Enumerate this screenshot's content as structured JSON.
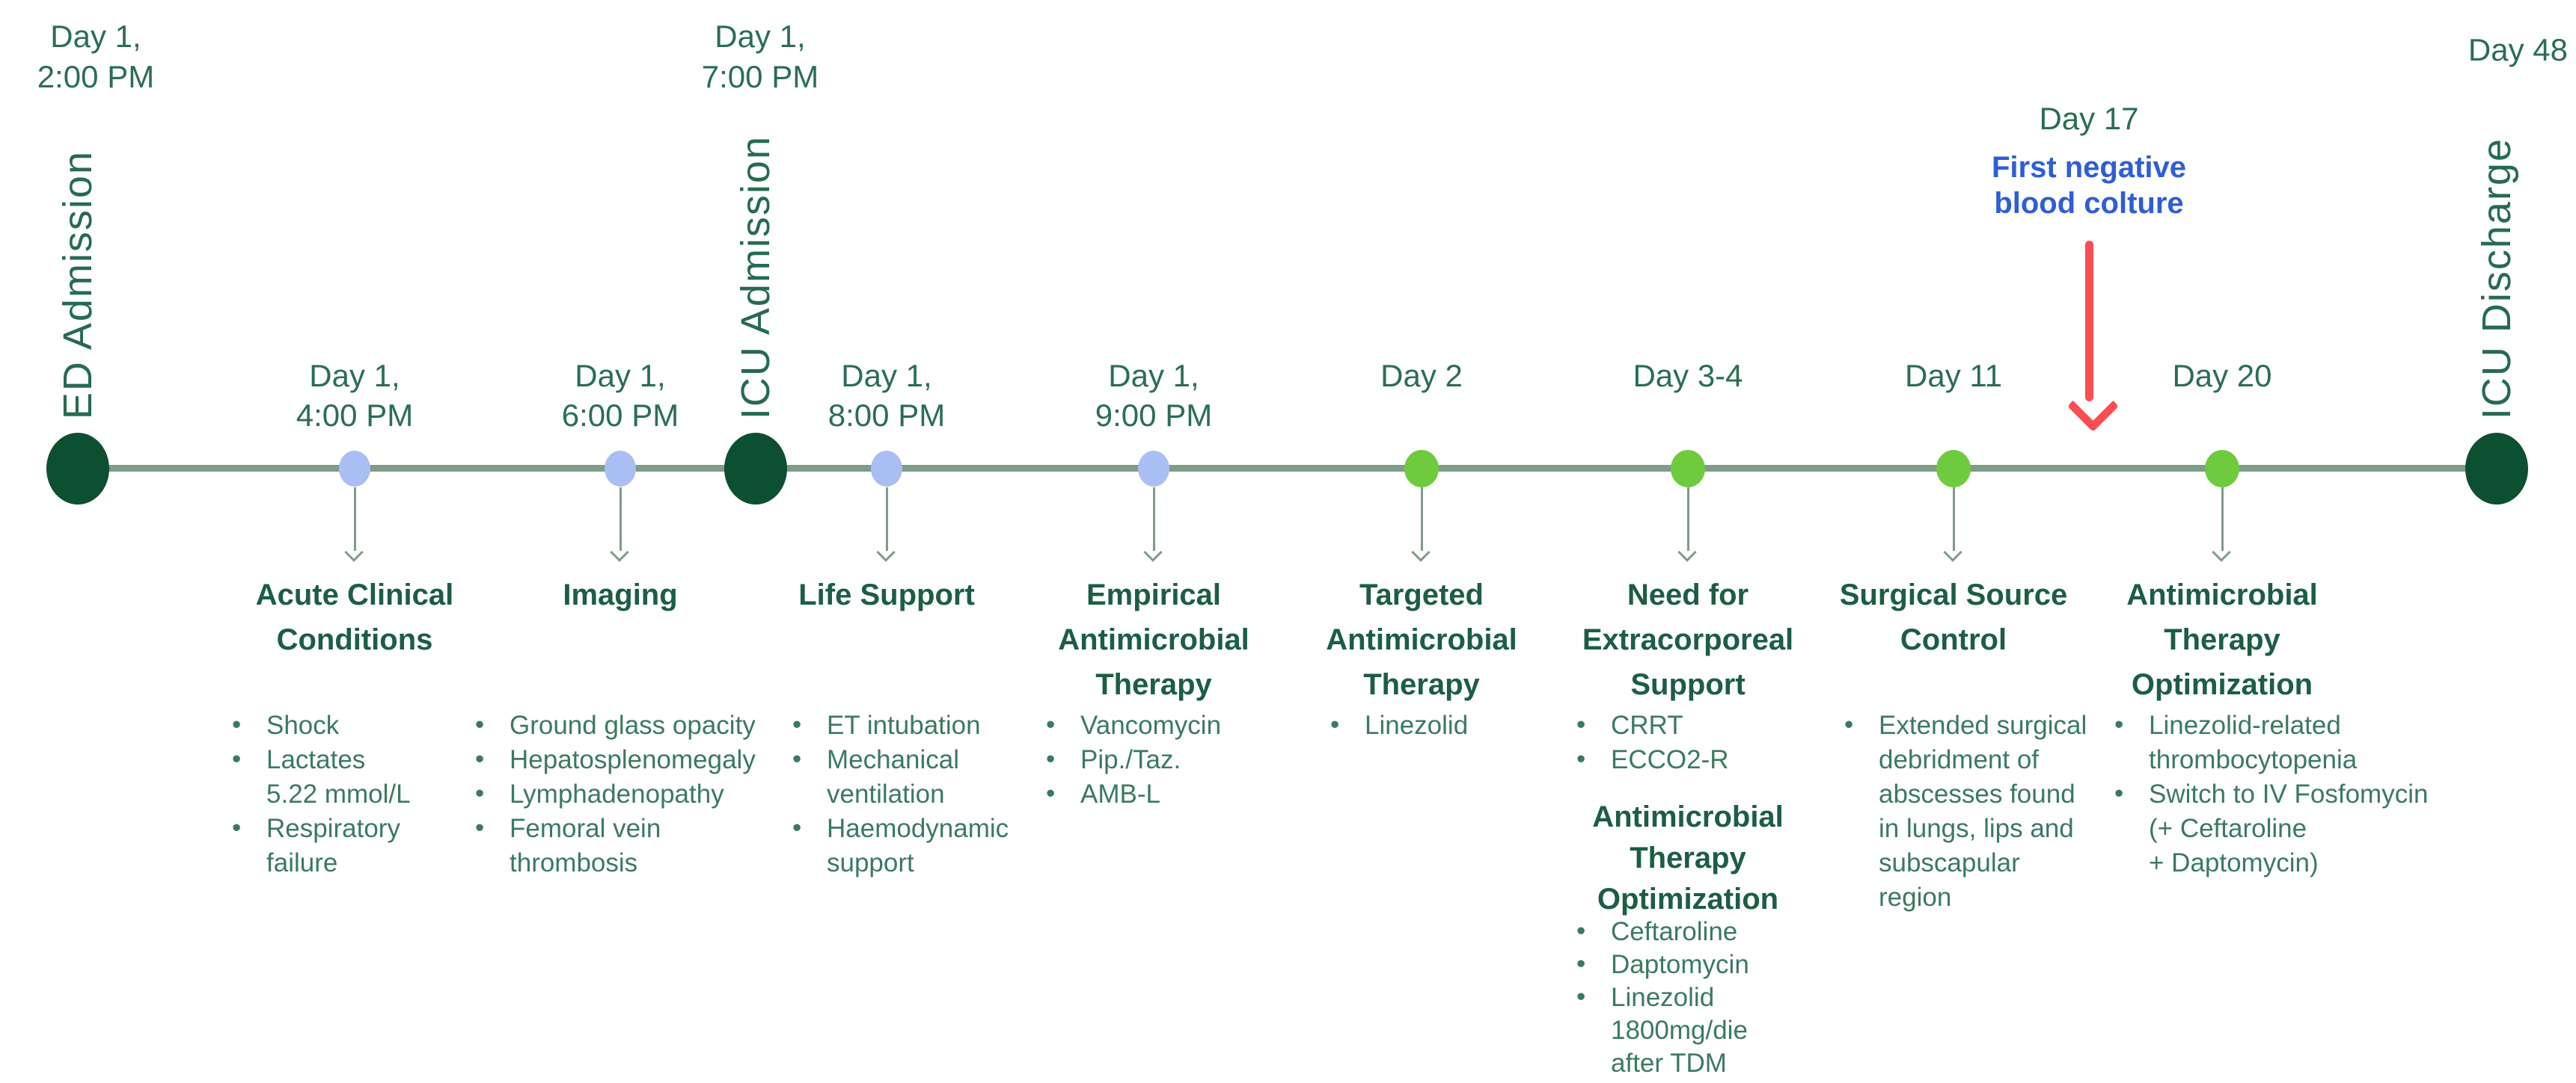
{
  "title": "ICU clinical course timeline",
  "colors": {
    "timeline_line": "#7e9c89",
    "endpoint_dot": "#0d4f31",
    "early_event_dot": "#a9bef2",
    "late_event_dot": "#6fcb3e",
    "day_label_text": "#2a6e53",
    "heading_text": "#1b5e44",
    "body_text": "#3a7a60",
    "annotation_text": "#2e5ed6",
    "annotation_arrow": "#fc4d52"
  },
  "endpoints": {
    "ed_admission": {
      "time": "Day 1,\n2:00 PM",
      "label": "ED Admission"
    },
    "icu_admission": {
      "time": "Day 1,\n7:00 PM",
      "label": "ICU Admission"
    },
    "icu_discharge": {
      "time": "Day 48",
      "label": "ICU Discharge"
    }
  },
  "annotation": {
    "day": "Day 17",
    "note": "First negative\nblood colture"
  },
  "milestones": [
    {
      "day": "Day 1,\n4:00 PM",
      "title": "Acute Clinical\nConditions",
      "bullets": [
        "Shock",
        "Lactates\n5.22 mmol/L",
        "Respiratory\nfailure"
      ]
    },
    {
      "day": "Day 1,\n6:00 PM",
      "title": "Imaging",
      "bullets": [
        "Ground glass opacity",
        "Hepatosplenomegaly",
        "Lymphadenopathy",
        "Femoral vein\nthrombosis"
      ]
    },
    {
      "day": "Day 1,\n8:00 PM",
      "title": "Life Support",
      "bullets": [
        "ET intubation",
        "Mechanical\nventilation",
        "Haemodynamic\nsupport"
      ]
    },
    {
      "day": "Day 1,\n9:00 PM",
      "title": "Empirical\nAntimicrobial\nTherapy",
      "bullets": [
        "Vancomycin",
        "Pip./Taz.",
        "AMB-L"
      ]
    },
    {
      "day": "Day 2",
      "title": "Targeted\nAntimicrobial\nTherapy",
      "bullets": [
        "Linezolid"
      ]
    },
    {
      "day": "Day 3-4",
      "title": "Need for\nExtracorporeal\nSupport",
      "bullets": [
        "CRRT",
        "ECCO2-R"
      ],
      "subtitle": "Antimicrobial\nTherapy\nOptimization",
      "sub_bullets": [
        "Ceftaroline",
        "Daptomycin",
        "Linezolid\n1800mg/die\nafter TDM"
      ]
    },
    {
      "day": "Day 11",
      "title": "Surgical Source\nControl",
      "bullets": [
        "Extended surgical\ndebridment of\nabscesses found\nin lungs, lips and\nsubscapular\nregion"
      ]
    },
    {
      "day": "Day 20",
      "title": "Antimicrobial\nTherapy\nOptimization",
      "bullets": [
        "Linezolid-related\nthrombocytopenia",
        "Switch to IV Fosfomycin\n(+ Ceftaroline\n+ Daptomycin)"
      ]
    }
  ]
}
